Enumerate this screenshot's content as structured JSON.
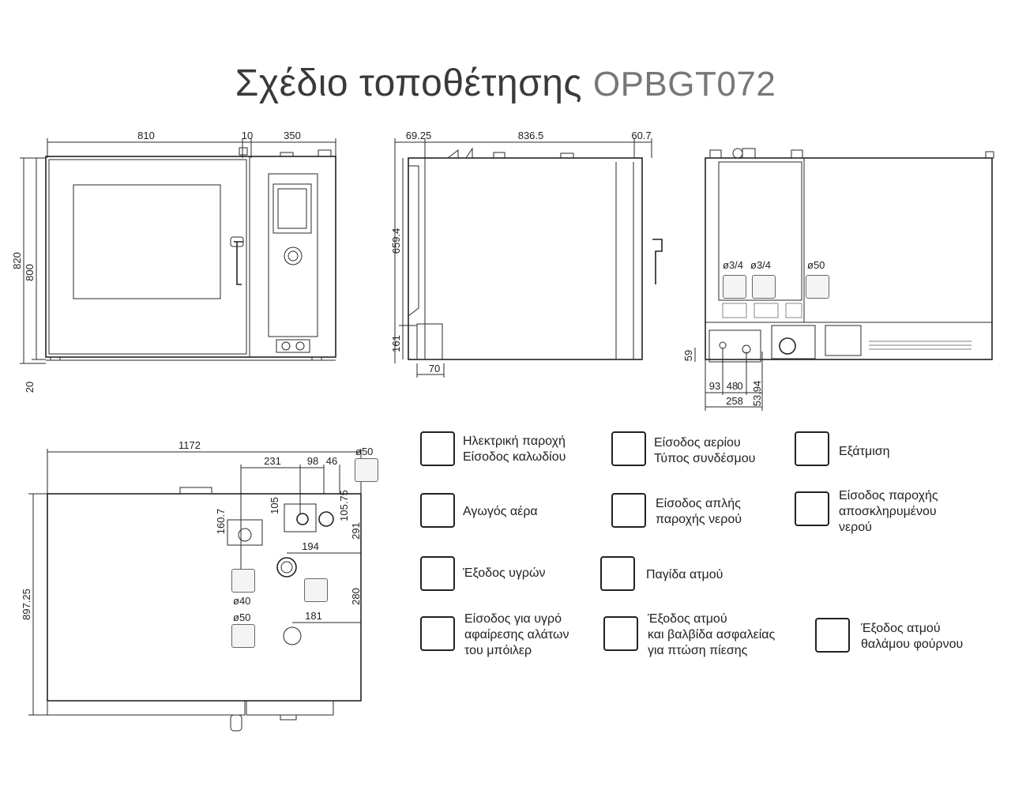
{
  "title": {
    "main": "Σχέδιο τοποθέτησης",
    "model": "OPBGT072"
  },
  "dims": {
    "front": {
      "w_oven": "810",
      "gap": "10",
      "w_panel": "350",
      "h_total": "820",
      "h_body": "800",
      "h_feet": "20"
    },
    "side": {
      "left": "69.25",
      "mid": "836.5",
      "right": "60.7",
      "height": "659.4",
      "bottom": "161",
      "depth": "70"
    },
    "back": {
      "d1": "ø3/4",
      "d2": "ø3/4",
      "d3": "ø50",
      "h59": "59",
      "w93": "93",
      "w48": "48",
      "w0": "0",
      "w258": "258",
      "w5394": "53.94"
    },
    "top": {
      "width": "1172",
      "w231": "231",
      "w98": "98",
      "w46": "46",
      "d50": "ø50",
      "w1607": "160.7",
      "w105": "105",
      "w10575": "105.75",
      "w291": "291",
      "w194": "194",
      "w280": "280",
      "d40": "ø40",
      "d50b": "ø50",
      "w181": "181",
      "depth": "897.25"
    }
  },
  "legend": {
    "electric": [
      "Ηλεκτρική παροχή",
      "Είσοδος καλωδίου"
    ],
    "gas": [
      "Είσοδος αερίου",
      "Τύπος συνδέσμου"
    ],
    "exhaust": [
      "Εξάτμιση"
    ],
    "air": [
      "Αγωγός αέρα"
    ],
    "water": [
      "Είσοδος απλής",
      "παροχής νερού"
    ],
    "softwater": [
      "Είσοδος παροχής",
      "αποσκληρυμένου",
      "νερού"
    ],
    "drain": [
      "Έξοδος υγρών"
    ],
    "steamtrap": [
      "Παγίδα ατμού"
    ],
    "descale": [
      "Είσοδος για υγρό",
      "αφαίρεσης αλάτων",
      "του μπόιλερ"
    ],
    "safety": [
      "Έξοδος ατμού",
      "και βαλβίδα ασφαλείας",
      "για πτώση πίεσης"
    ],
    "chamber": [
      "Έξοδος ατμού",
      "θαλάμου φούρνου"
    ]
  }
}
